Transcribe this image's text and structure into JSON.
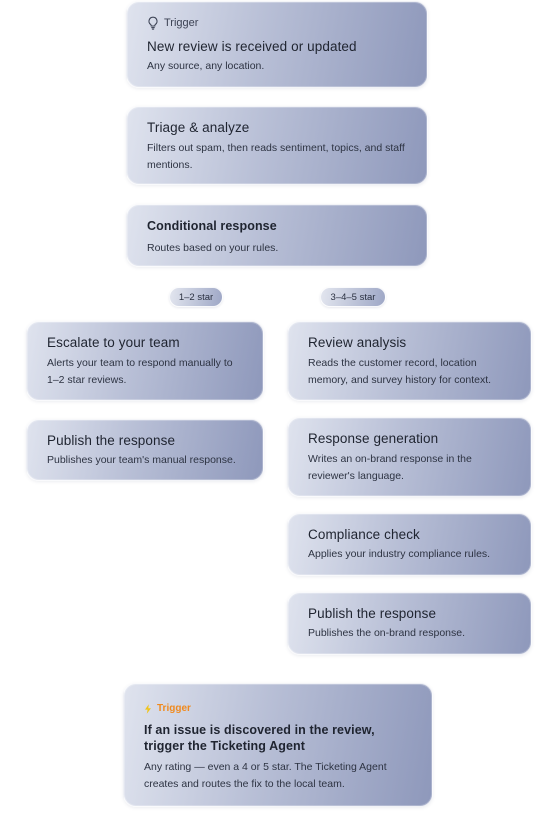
{
  "trigger_card": {
    "label": "Trigger",
    "icon": "lightbulb-icon",
    "title": "New review is received or updated",
    "desc": "Any source, any location."
  },
  "triage_card": {
    "title": "Triage & analyze",
    "desc": "Filters out spam, then reads sentiment, topics, and staff mentions."
  },
  "conditional_card": {
    "title": "Conditional response",
    "desc": "Routes based on your rules."
  },
  "branches": {
    "low": "1–2 star",
    "high": "3–4–5 star"
  },
  "left_steps": [
    {
      "title": "Escalate to your team",
      "desc": "Alerts your team to respond manually to 1–2 star reviews."
    },
    {
      "title": "Publish the response",
      "desc": "Publishes your team's manual response."
    }
  ],
  "right_steps": [
    {
      "title": "Review analysis",
      "desc": "Reads the customer record, location memory, and survey history for context."
    },
    {
      "title": "Response generation",
      "desc": "Writes an on-brand response in the reviewer's language."
    },
    {
      "title": "Compliance check",
      "desc": "Applies your industry compliance rules."
    },
    {
      "title": "Publish the response",
      "desc": "Publishes the on-brand response."
    }
  ],
  "ticket_card": {
    "label": "Trigger",
    "icon": "lightning-icon",
    "accent": "#f08a1e",
    "title": "If an issue is discovered in the review, trigger the Ticketing Agent",
    "desc": "Any rating — even a 4 or 5 star. The Ticketing Agent creates and routes the fix to the local team."
  }
}
